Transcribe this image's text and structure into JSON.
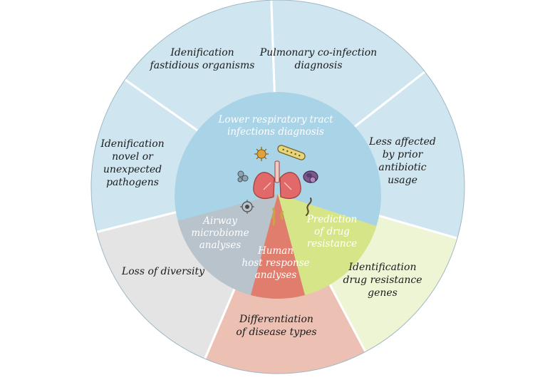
{
  "center": {
    "lines": [
      "Lower respiratory tract",
      "infections diagnosis"
    ]
  },
  "inner_sectors": {
    "airway": {
      "lines": [
        "Airway",
        "microbiome",
        "analyses"
      ]
    },
    "host": {
      "lines": [
        "Human",
        "host response",
        "analyses"
      ]
    },
    "drug": {
      "lines": [
        "Prediction",
        "of drug",
        "resistance"
      ]
    }
  },
  "outer_segments": {
    "fastidious": {
      "lines": [
        "Idenification",
        "fastidious organisms"
      ]
    },
    "coinfection": {
      "lines": [
        "Pulmonary co-infection",
        "diagnosis"
      ]
    },
    "antibiotic": {
      "lines": [
        "Less affected",
        "by  prior",
        "antibiotic",
        "usage"
      ]
    },
    "resistance_genes": {
      "lines": [
        "Identification",
        "drug resistance",
        "genes"
      ]
    },
    "disease_types": {
      "lines": [
        "Differentiation",
        "of disease types"
      ]
    },
    "diversity": {
      "lines": [
        "Loss of diversity"
      ]
    },
    "novel": {
      "lines": [
        "Idenification",
        "novel or",
        "unexpected",
        "pathogens"
      ]
    }
  },
  "colors": {
    "outer_blue": "#cfe6f0",
    "inner_blue": "#a9d3e6",
    "outer_gray": "#e4e4e4",
    "inner_gray": "#b8c3cc",
    "outer_pink": "#ecc0b3",
    "inner_red": "#e07d6c",
    "outer_green": "#eef5d4",
    "inner_green": "#d7e589",
    "lung": "#e2696a"
  },
  "icons": [
    "lungs-icon",
    "virus-icon",
    "bacillus-icon",
    "bacteria-cluster-icon",
    "cell-icon",
    "spiral-bacteria-icon",
    "trachea-icon"
  ]
}
